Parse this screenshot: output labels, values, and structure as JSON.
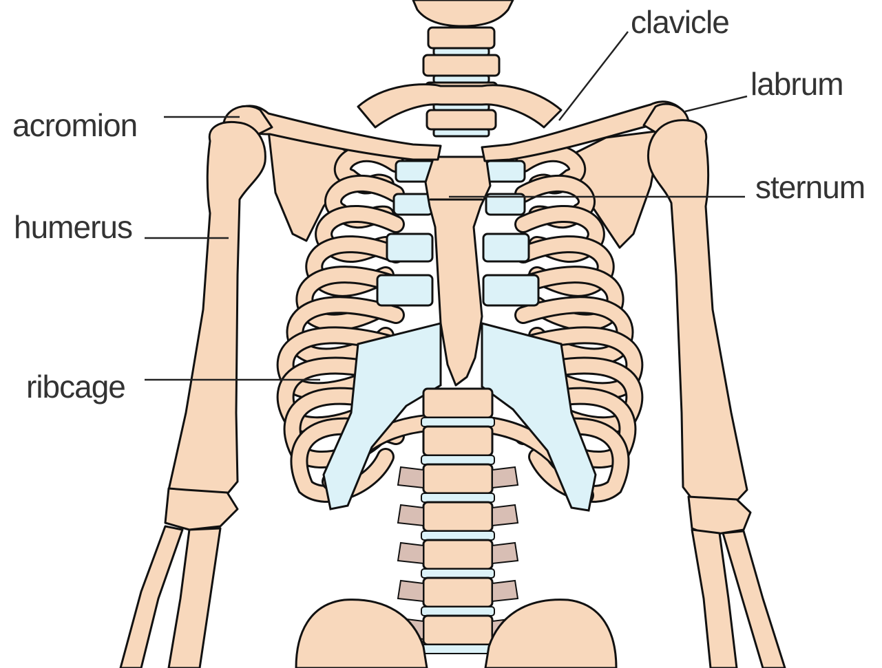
{
  "labels": {
    "clavicle": "clavicle",
    "labrum": "labrum",
    "acromion": "acromion",
    "sternum": "sternum",
    "humerus": "humerus",
    "ribcage": "ribcage"
  },
  "colors": {
    "bone": "#f8d8bc",
    "cartilage": "#dcf2f8",
    "disc": "#d8beb4",
    "outline": "#111111",
    "text": "#333333"
  }
}
